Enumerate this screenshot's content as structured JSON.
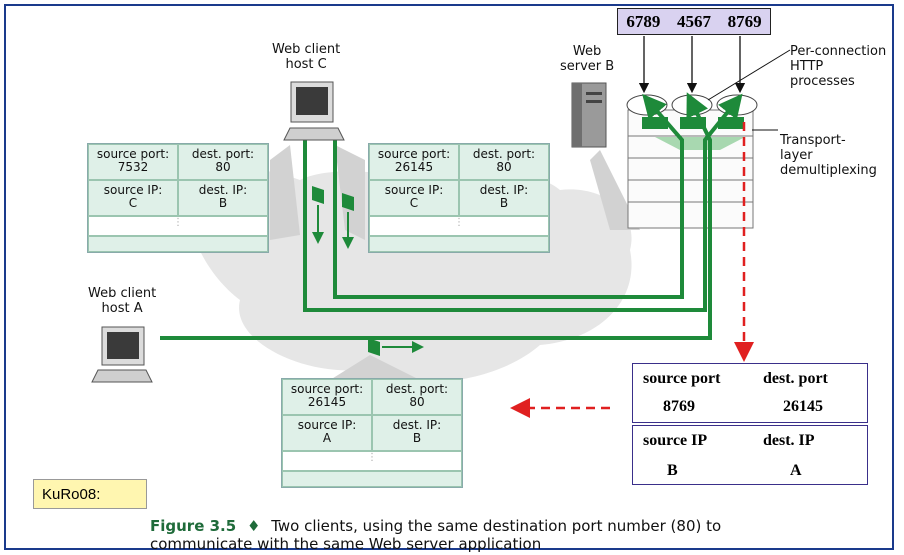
{
  "server_ports": [
    "6789",
    "4567",
    "8769"
  ],
  "labels": {
    "web_client_c_line1": "Web client",
    "web_client_c_line2": "host C",
    "web_server_line1": "Web",
    "web_server_line2": "server B",
    "per_conn_line1": "Per-connection",
    "per_conn_line2": "HTTP",
    "per_conn_line3": "processes",
    "transport_line1": "Transport-",
    "transport_line2": "layer",
    "transport_line3": "demultiplexing",
    "web_client_a_line1": "Web client",
    "web_client_a_line2": "host A"
  },
  "packets": {
    "left": {
      "src_port_label": "source port:",
      "src_port": "7532",
      "dst_port_label": "dest. port:",
      "dst_port": "80",
      "src_ip_label": "source IP:",
      "src_ip": "C",
      "dst_ip_label": "dest. IP:",
      "dst_ip": "B"
    },
    "right": {
      "src_port_label": "source port:",
      "src_port": "26145",
      "dst_port_label": "dest. port:",
      "dst_port": "80",
      "src_ip_label": "source IP:",
      "src_ip": "C",
      "dst_ip_label": "dest. IP:",
      "dst_ip": "B"
    },
    "bottom": {
      "src_port_label": "source port:",
      "src_port": "26145",
      "dst_port_label": "dest. port:",
      "dst_port": "80",
      "src_ip_label": "source IP:",
      "src_ip": "A",
      "dst_ip_label": "dest. IP:",
      "dst_ip": "B"
    }
  },
  "reply_table": {
    "src_port_label": "source port",
    "dst_port_label": "dest. port",
    "src_port": "8769",
    "dst_port": "26145",
    "src_ip_label": "source IP",
    "dst_ip_label": "dest. IP",
    "src_ip": "B",
    "dst_ip": "A"
  },
  "note": "KuRo08:",
  "caption": {
    "figure": "Figure 3.5",
    "diamond": "♦",
    "text_line1": "Two clients, using the same destination port number (80) to",
    "text_line2": "communicate with the same Web server application"
  },
  "colors": {
    "link": "#1e8a3a",
    "arrow_red": "#e02020",
    "frame": "#1a3a8c",
    "ports_bg": "#d9d2f0",
    "note_bg": "#fff6b0"
  }
}
